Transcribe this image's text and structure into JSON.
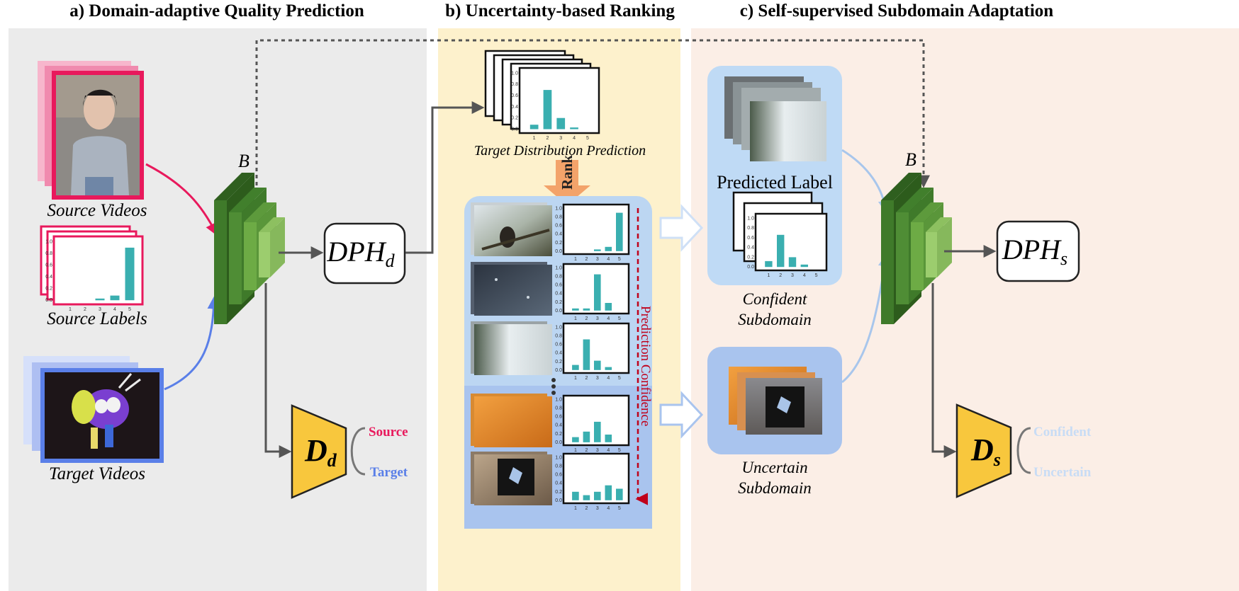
{
  "sections": {
    "a": {
      "title": "a) Domain-adaptive Quality Prediction"
    },
    "b": {
      "title": "b) Uncertainty-based Ranking"
    },
    "c": {
      "title": "c) Self-supervised Subdomain Adaptation"
    }
  },
  "captions": {
    "source_videos": "Source Videos",
    "source_labels": "Source Labels",
    "target_videos": "Target Videos",
    "target_distribution": "Target Distribution Prediction",
    "predicted_label": "Predicted Label",
    "confident_1": "Confident",
    "confident_2": "Subdomain",
    "uncertain_1": "Uncertain",
    "uncertain_2": "Subdomain"
  },
  "backbone": {
    "label": "B"
  },
  "heads": {
    "dph_d": {
      "main": "DPH",
      "sub": "d"
    },
    "dph_s": {
      "main": "DPH",
      "sub": "s"
    }
  },
  "discriminators": {
    "d_d": {
      "main": "D",
      "sub": "d",
      "outputs": [
        "Source",
        "Target"
      ]
    },
    "d_s": {
      "main": "D",
      "sub": "s",
      "outputs": [
        "Confident",
        "Uncertain"
      ]
    }
  },
  "ranking": {
    "rank_label": "Rank",
    "axis_label": "Prediction Confidence"
  },
  "axis_ticks": {
    "y": [
      "0.0",
      "0.2",
      "0.4",
      "0.6",
      "0.8",
      "1.0"
    ],
    "x": [
      "1",
      "2",
      "3",
      "4",
      "5"
    ]
  },
  "colors": {
    "panel_a": "#ebebeb",
    "panel_b": "#fdf1cc",
    "panel_c": "#fbeee6",
    "source": "#e8195c",
    "target": "#5a7fe8",
    "bar": "#3aafb0",
    "backbone_dark": "#3f7a2a",
    "backbone_mid": "#5d9a3c",
    "backbone_light": "#9ccd6e",
    "discriminator": "#f8c73d",
    "rank_arrow": "#f3a36a",
    "conf_axis": "#c0001a",
    "confident_box": "#bfdaf5",
    "uncertain_box": "#a9c4ee",
    "rank_box": "#bcd6f2",
    "confident_text": "#c8dcf5",
    "arrow_gray": "#555555"
  },
  "chart_data": [
    {
      "type": "bar",
      "name": "source-label",
      "categories": [
        "1",
        "2",
        "3",
        "4",
        "5"
      ],
      "values": [
        0.0,
        0.0,
        0.03,
        0.08,
        0.9
      ],
      "ylim": [
        0,
        1
      ]
    },
    {
      "type": "bar",
      "name": "target-distribution",
      "categories": [
        "1",
        "2",
        "3",
        "4",
        "5"
      ],
      "values": [
        0.08,
        0.7,
        0.2,
        0.03,
        0.0
      ],
      "ylim": [
        0,
        1
      ]
    },
    {
      "type": "bar",
      "name": "ranked-1",
      "categories": [
        "1",
        "2",
        "3",
        "4",
        "5"
      ],
      "values": [
        0.0,
        0.0,
        0.04,
        0.1,
        0.9
      ],
      "ylim": [
        0,
        1
      ]
    },
    {
      "type": "bar",
      "name": "ranked-2",
      "categories": [
        "1",
        "2",
        "3",
        "4",
        "5"
      ],
      "values": [
        0.05,
        0.05,
        0.85,
        0.18,
        0.0
      ],
      "ylim": [
        0,
        1
      ]
    },
    {
      "type": "bar",
      "name": "ranked-3",
      "categories": [
        "1",
        "2",
        "3",
        "4",
        "5"
      ],
      "values": [
        0.12,
        0.72,
        0.22,
        0.07,
        0.0
      ],
      "ylim": [
        0,
        1
      ]
    },
    {
      "type": "bar",
      "name": "ranked-4",
      "categories": [
        "1",
        "2",
        "3",
        "4",
        "5"
      ],
      "values": [
        0.12,
        0.25,
        0.48,
        0.18,
        0.0
      ],
      "ylim": [
        0,
        1
      ]
    },
    {
      "type": "bar",
      "name": "ranked-5",
      "categories": [
        "1",
        "2",
        "3",
        "4",
        "5"
      ],
      "values": [
        0.2,
        0.12,
        0.2,
        0.35,
        0.27
      ],
      "ylim": [
        0,
        1
      ]
    },
    {
      "type": "bar",
      "name": "predicted-label",
      "categories": [
        "1",
        "2",
        "3",
        "4",
        "5"
      ],
      "values": [
        0.12,
        0.66,
        0.2,
        0.05,
        0.0
      ],
      "ylim": [
        0,
        1
      ]
    }
  ]
}
